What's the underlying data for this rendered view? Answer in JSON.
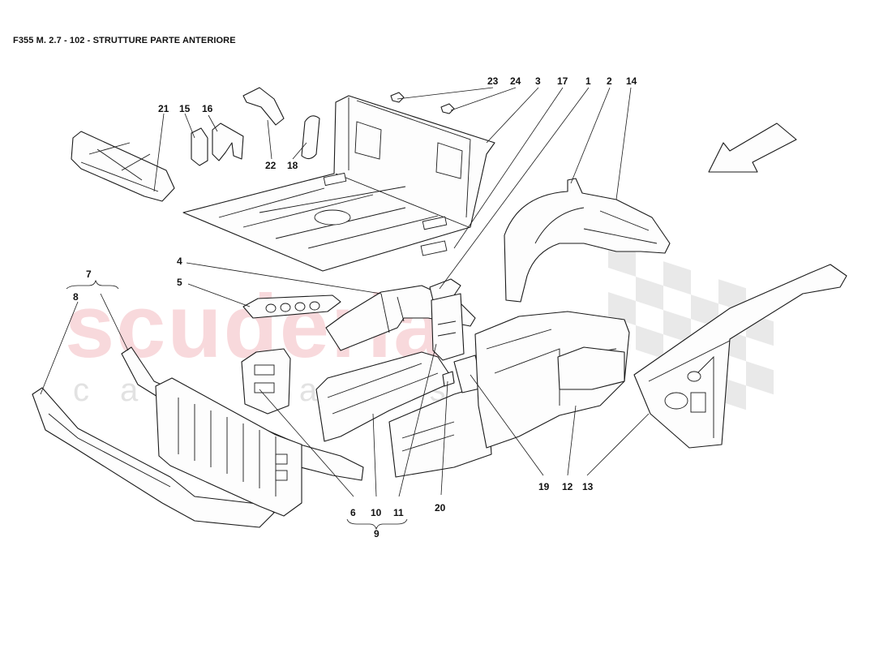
{
  "title": "F355 M. 2.7 - 102 - STRUTTURE PARTE ANTERIORE",
  "watermark": {
    "brand": "scuderia",
    "sub": "car parts",
    "color": "#f3b9bf"
  },
  "callouts": {
    "c1": "1",
    "c2": "2",
    "c3": "3",
    "c4": "4",
    "c5": "5",
    "c6": "6",
    "c7": "7",
    "c8": "8",
    "c9": "9",
    "c10": "10",
    "c11": "11",
    "c12": "12",
    "c13": "13",
    "c14": "14",
    "c15": "15",
    "c16": "16",
    "c17": "17",
    "c18": "18",
    "c19": "19",
    "c20": "20",
    "c21": "21",
    "c22": "22",
    "c23": "23",
    "c24": "24"
  },
  "direction_arrow_icon": "arrow-down-left-icon"
}
